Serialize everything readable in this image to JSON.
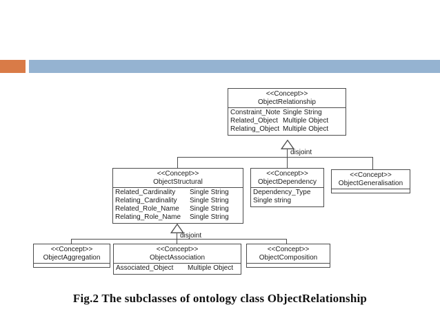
{
  "slide": {
    "caption": "Fig.2 The subclasses of ontology class ObjectRelationship",
    "colors": {
      "accent_orange": "#d97b47",
      "accent_blue": "#95b3d1",
      "diagram_line": "#4a4a4a"
    }
  },
  "diagram": {
    "generalizations": [
      {
        "label": "disjoint"
      },
      {
        "label": "disjoint"
      }
    ],
    "boxes": {
      "relationship": {
        "stereotype": "<<Concept>>",
        "name": "ObjectRelationship",
        "attributes": [
          {
            "name": "Constraint_Note",
            "type": "Single String"
          },
          {
            "name": "Related_Object",
            "type": "Multiple Object"
          },
          {
            "name": "Relating_Object",
            "type": "Multiple Object"
          }
        ]
      },
      "structural": {
        "stereotype": "<<Concept>>",
        "name": "ObjectStructural",
        "attributes": [
          {
            "name": "Related_Cardinality",
            "type": "Single String"
          },
          {
            "name": "Relating_Cardinality",
            "type": "Single String"
          },
          {
            "name": "Related_Role_Name",
            "type": "Single String"
          },
          {
            "name": "Relating_Role_Name",
            "type": "Single String"
          }
        ]
      },
      "dependency": {
        "stereotype": "<<Concept>>",
        "name": "ObjectDependency",
        "lines": [
          "Dependency_Type",
          "Single string"
        ]
      },
      "generalisation": {
        "stereotype": "<<Concept>>",
        "name": "ObjectGeneralisation"
      },
      "aggregation": {
        "stereotype": "<<Concept>>",
        "name": "ObjectAggregation"
      },
      "association": {
        "stereotype": "<<Concept>>",
        "name": "ObjectAssociation",
        "attributes": [
          {
            "name": "Associated_Object",
            "type": "Multiple Object"
          }
        ]
      },
      "composition": {
        "stereotype": "<<Concept>>",
        "name": "ObjectComposition"
      }
    }
  }
}
